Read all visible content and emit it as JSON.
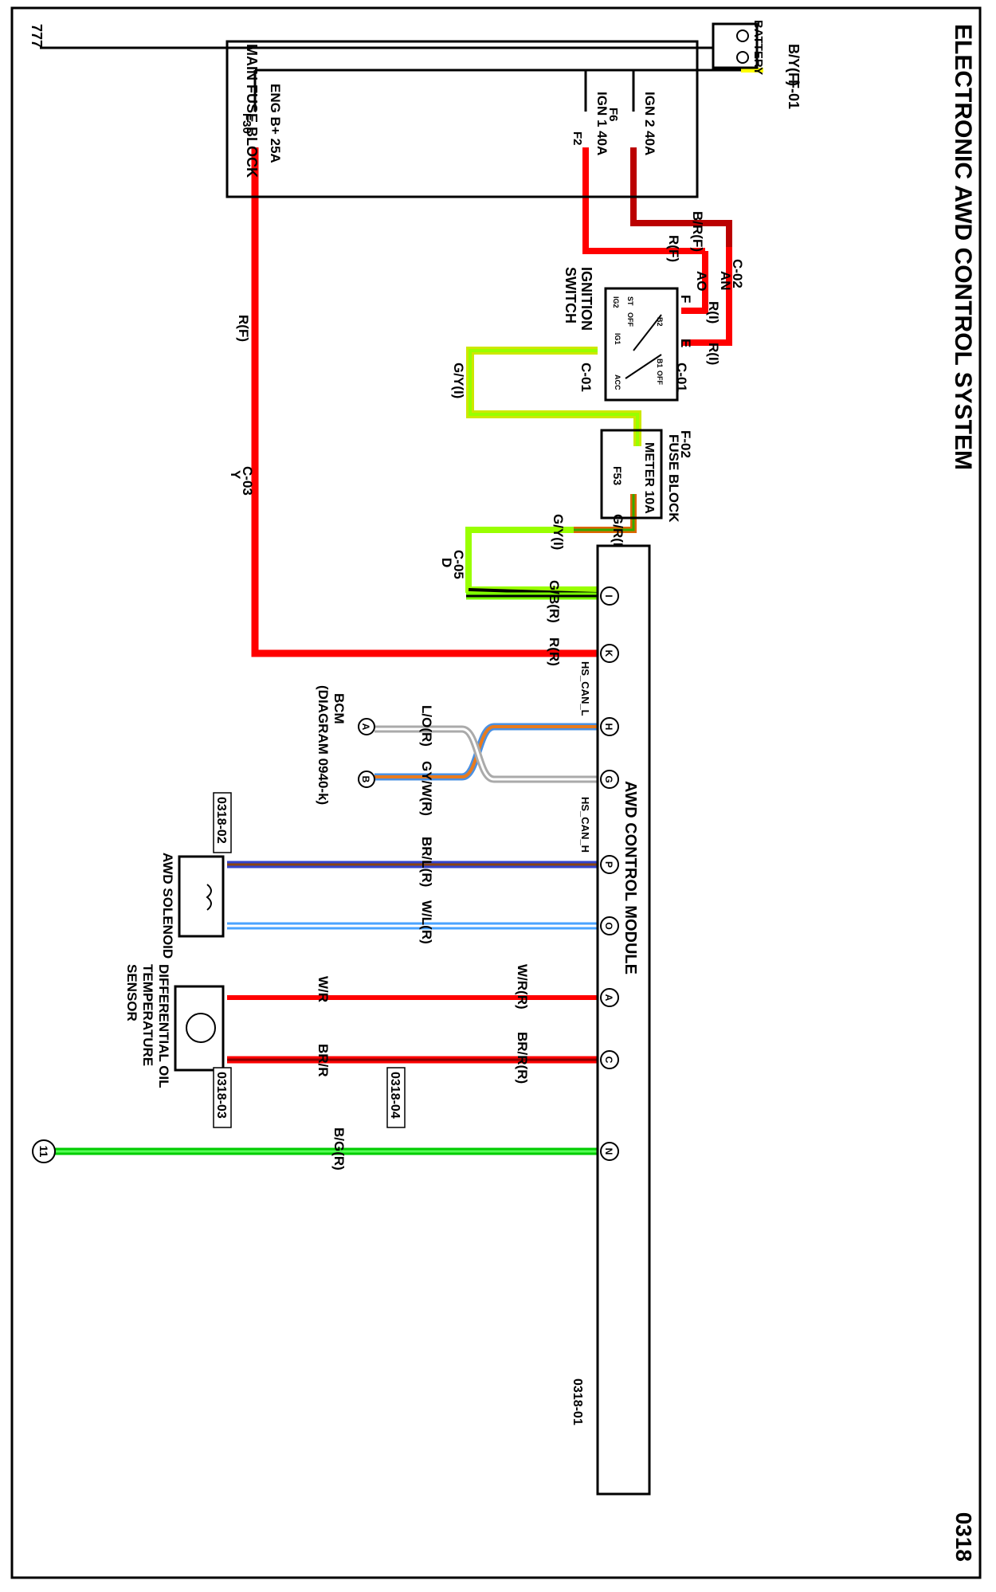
{
  "diagram": {
    "title": "ELECTRONIC AWD CONTROL SYSTEM",
    "page_number": "0318",
    "ground_symbol": "777",
    "battery": {
      "label": "BATTERY",
      "wire": "B/Y(F)",
      "connector": "F-01"
    },
    "main_fuse_block": {
      "label": "MAIN FUSE BLOCK",
      "fuses": [
        {
          "label": "IGN 2 40A",
          "id": "F6"
        },
        {
          "label": "IGN 1 40A",
          "id": "F2"
        },
        {
          "label": "ENG B+ 25A",
          "id": "F30"
        }
      ]
    },
    "c02": {
      "connector": "C-02",
      "pin_an": "AN",
      "pin_ao": "AO",
      "wire_br": "B/R(F)",
      "wire_r": "R(F)"
    },
    "ignition_switch": {
      "label_line1": "IGNITION",
      "label_line2": "SWITCH",
      "connector_a": "C-01",
      "connector_b": "C-01",
      "pin_f": "F",
      "pin_e": "E",
      "wire_ri1": "R(I)",
      "wire_ri2": "R(I)",
      "wire_out": "G/Y(I)",
      "contacts": [
        "IG2",
        "ST",
        "OFF",
        "B2",
        "IG1",
        "B1",
        "OFF",
        "ACC"
      ]
    },
    "fuse_block_f02": {
      "connector": "F-02",
      "label": "FUSE BLOCK",
      "fuse": "METER 10A",
      "fuse_id": "F53",
      "wire_out": "G/R(I)",
      "wire_gy": "G/Y(I)"
    },
    "c03": {
      "connector": "C-03",
      "pin": "Y",
      "wire": "R(F)"
    },
    "c05": {
      "connector": "C-05",
      "pin": "D"
    },
    "module": {
      "label": "AWD CONTROL MODULE",
      "pins": [
        "I",
        "K",
        "H",
        "G",
        "P",
        "O",
        "A",
        "C",
        "N"
      ],
      "wires": [
        "G/B(R)",
        "R(R)",
        "L/O(R)",
        "GY/W(R)",
        "BR/L(R)",
        "W/L(R)",
        "W/R(R)",
        "BR/R(R)",
        "B/G(R)"
      ],
      "can_l": "HS_CAN_L",
      "can_h": "HS_CAN_H",
      "ref": "0318-01"
    },
    "bcm": {
      "label": "BCM",
      "ref": "(DIAGRAM 0940-k)",
      "pin_a": "A",
      "pin_b": "B"
    },
    "solenoid": {
      "label": "AWD SOLENOID",
      "ref": "0318-02"
    },
    "sensor": {
      "line1": "DIFFERENTIAL OIL",
      "line2": "TEMPERATURE",
      "line3": "SENSOR",
      "ref": "0318-03",
      "wire_wr": "W/R",
      "wire_brr": "BR/R"
    },
    "inline_ref": "0318-04",
    "ground_id": "11"
  }
}
